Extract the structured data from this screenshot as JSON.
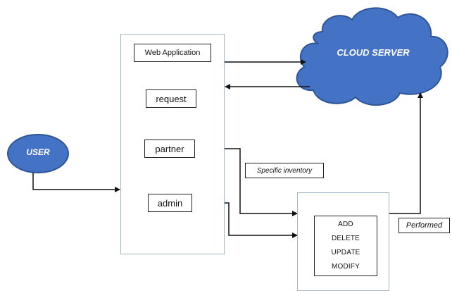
{
  "nodes": {
    "user": "USER",
    "cloud_server": "CLOUD SERVER",
    "web_application": "Web Application",
    "request": "request",
    "partner": "partner",
    "admin": "admin"
  },
  "operations": [
    "ADD",
    "DELETE",
    "UPDATE",
    "MODIFY"
  ],
  "edge_labels": {
    "specific_inventory": "Specific inventory",
    "performed": "Performed"
  },
  "colors": {
    "node_fill": "#4472c4",
    "node_stroke": "#2f5597",
    "arrow": "#111111",
    "panel_border": "#9fb8c8"
  }
}
